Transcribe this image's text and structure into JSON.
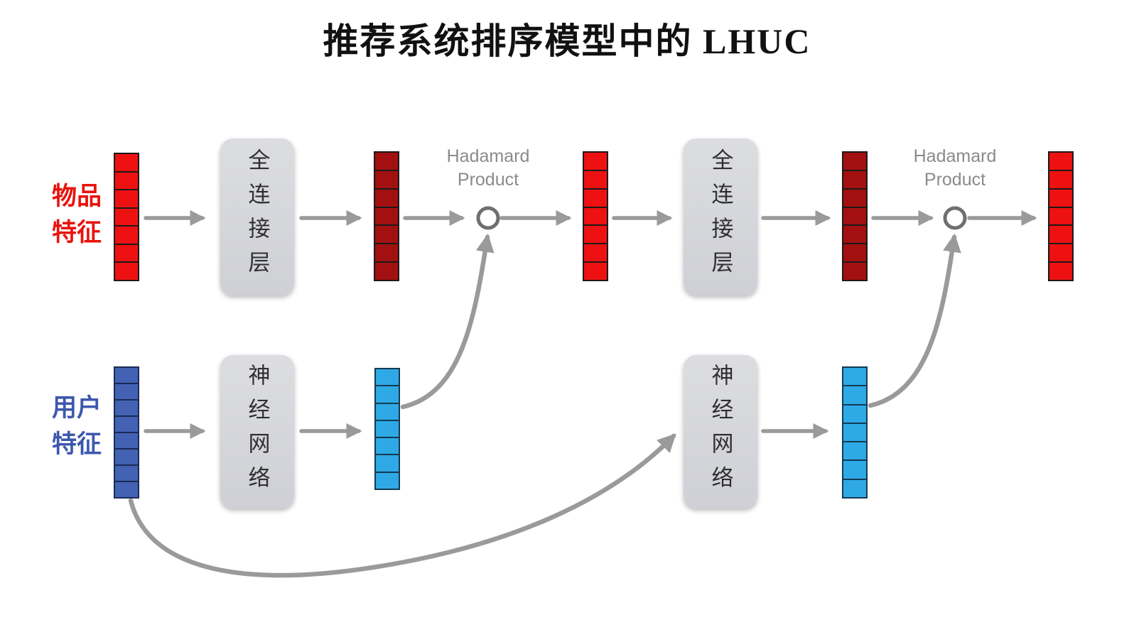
{
  "title": "推荐系统排序模型中的 LHUC",
  "labels": {
    "item_features": {
      "line1": "物品",
      "line2": "特征"
    },
    "user_features": {
      "line1": "用户",
      "line2": "特征"
    }
  },
  "boxes": {
    "fully_connected": "全连接层",
    "neural_network": "神经网络"
  },
  "hadamard": {
    "line1": "Hadamard",
    "line2": "Product"
  },
  "vectors": {
    "item_input": {
      "fill": "#ee1111",
      "border": "#1a1a1a",
      "segments": 7
    },
    "item_hidden_1": {
      "fill": "#a31010",
      "border": "#1a1a1a",
      "segments": 7
    },
    "item_product_1": {
      "fill": "#ee1111",
      "border": "#1a1a1a",
      "segments": 7
    },
    "item_hidden_2": {
      "fill": "#a31010",
      "border": "#1a1a1a",
      "segments": 7
    },
    "output": {
      "fill": "#ee1111",
      "border": "#1a1a1a",
      "segments": 7
    },
    "user_input": {
      "fill": "#4362b4",
      "border": "#1b2a55",
      "segments": 8
    },
    "user_vector_1": {
      "fill": "#2fa9e6",
      "border": "#123a52",
      "segments": 7
    },
    "user_vector_2": {
      "fill": "#2fa9e6",
      "border": "#123a52",
      "segments": 7
    }
  },
  "colors": {
    "item_label": "#e8130d",
    "user_label": "#3c58ae",
    "arrow": "#9a9a9a",
    "hadamard_text": "#8b8b8b"
  }
}
